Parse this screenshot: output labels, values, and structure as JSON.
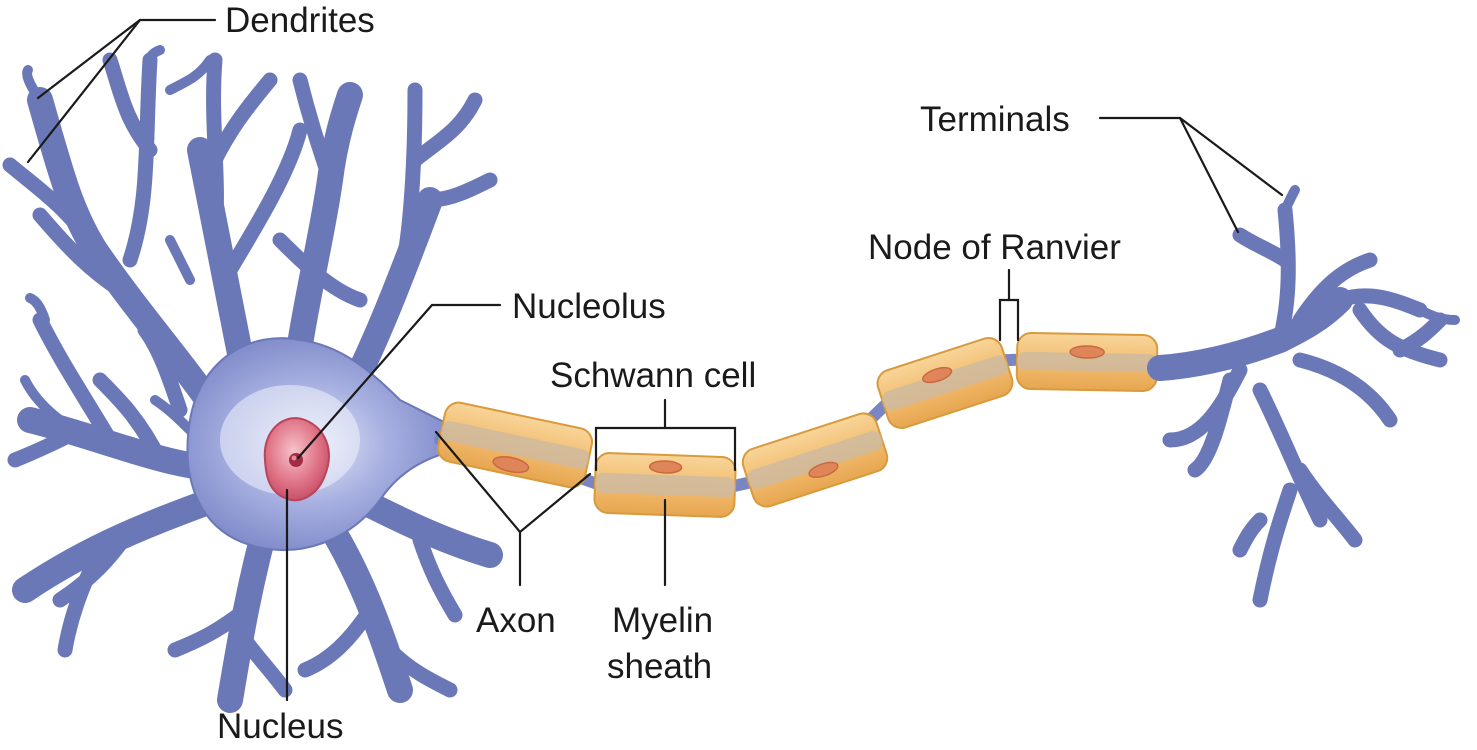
{
  "labels": {
    "dendrites": "Dendrites",
    "terminals": "Terminals",
    "node_of_ranvier": "Node of Ranvier",
    "nucleolus": "Nucleolus",
    "schwann_cell": "Schwann cell",
    "axon": "Axon",
    "myelin_line1": "Myelin",
    "myelin_line2": "sheath",
    "nucleus": "Nucleus"
  },
  "colors": {
    "neuron": "#7783c6",
    "nucleus": "#d9667a",
    "schwann": "#f3c27a",
    "text": "#1a1a1a"
  }
}
